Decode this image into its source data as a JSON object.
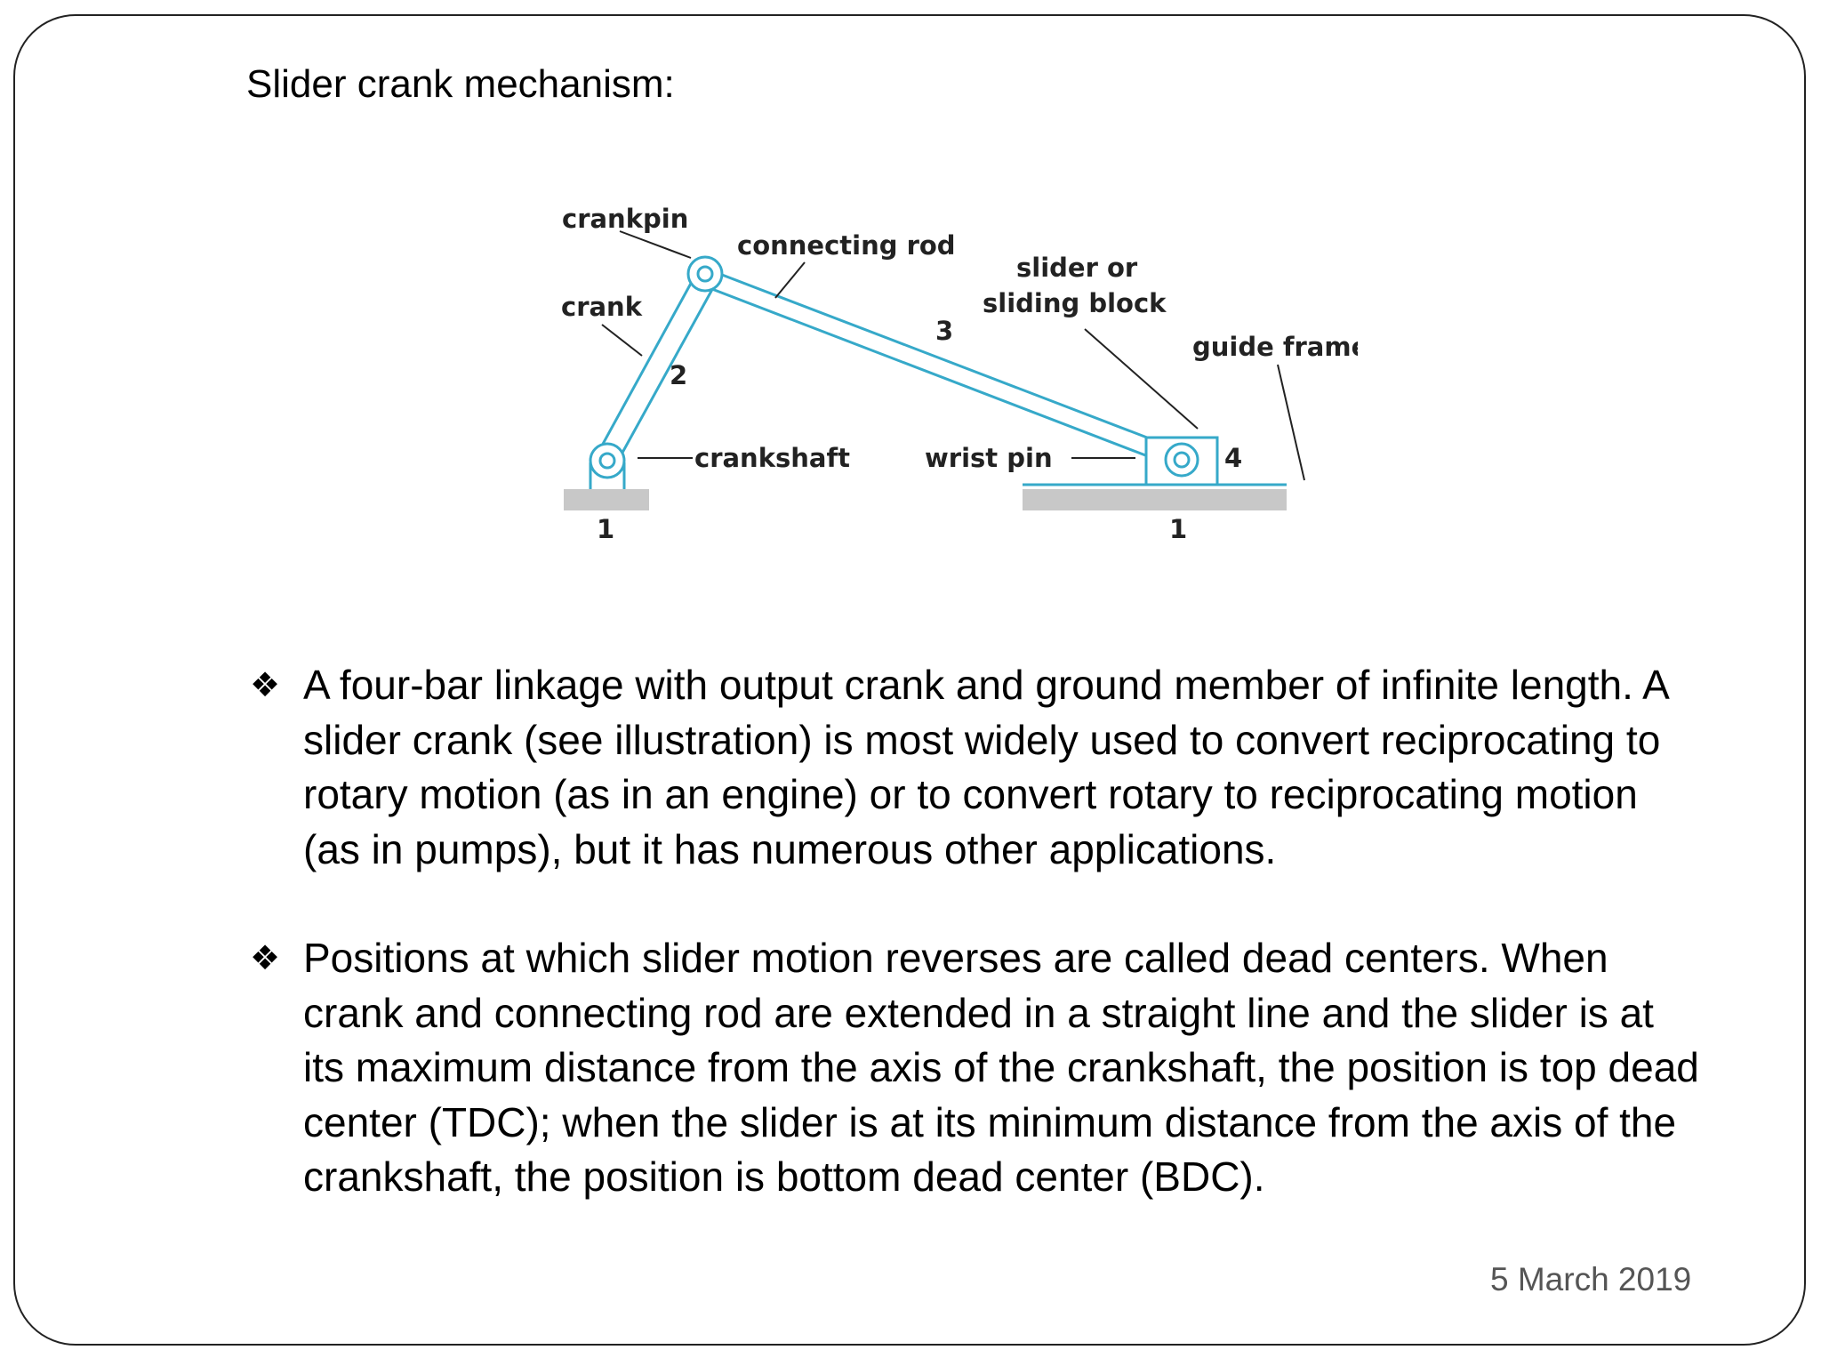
{
  "slide": {
    "title": "Slider crank mechanism:",
    "footer_date": "5 March 2019"
  },
  "figure": {
    "labels": {
      "crankpin": "crankpin",
      "connecting_rod": "connecting rod",
      "slider_line1": "slider or",
      "slider_line2": "sliding block",
      "guide_frame": "guide frame",
      "crank": "crank",
      "num_2": "2",
      "num_3": "3",
      "crankshaft": "crankshaft",
      "wrist_pin": "wrist pin",
      "num_4": "4",
      "ground_left": "1",
      "ground_right": "1"
    },
    "colors": {
      "link": "#36a9c9",
      "ground": "#c8c8c8",
      "leader": "#222222"
    }
  },
  "bullets": [
    {
      "icon": "❖",
      "text": "A four-bar linkage with output crank and ground member of infinite length. A slider crank (see illustration) is most widely used to convert reciprocating to rotary motion (as in an engine) or to convert rotary to reciprocating motion (as in pumps), but it has numerous other applications."
    },
    {
      "icon": "❖",
      "text": "Positions at which slider motion reverses are called dead centers. When crank and connecting rod are extended in a straight line and the slider is at its maximum distance from the axis of the crankshaft, the position is top dead center (TDC); when the slider is at its minimum distance from the axis of the crankshaft, the position is bottom dead center (BDC)."
    }
  ]
}
